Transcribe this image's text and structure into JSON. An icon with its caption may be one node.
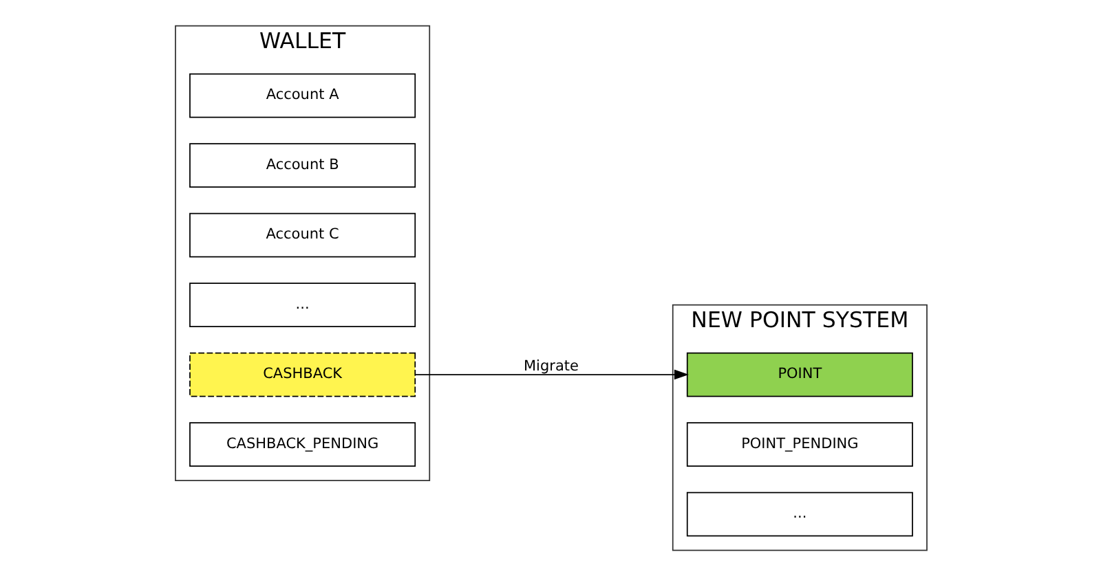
{
  "diagram": {
    "nodes": [
      {
        "text": [
          "WALLET"
        ]
      },
      {
        "text": [
          "Account A"
        ],
        "in": 0
      },
      {
        "text": [
          "Account B"
        ],
        "in": 0
      },
      {
        "text": [
          "Account C"
        ],
        "in": 0
      },
      {
        "text": [
          "..."
        ],
        "in": 0
      },
      {
        "text": [
          "CASHBACK"
        ],
        "in": 0
      },
      {
        "text": [
          "CASHBACK_PENDING"
        ],
        "in": 0
      },
      {
        "text": [
          "NEW POINT SYSTEM"
        ]
      },
      {
        "text": [
          "POINT"
        ],
        "in": 7
      },
      {
        "text": [
          "POINT_PENDING"
        ],
        "in": 7
      },
      {
        "text": [
          "..."
        ],
        "in": 7
      }
    ],
    "edges": [
      {
        "from": 5,
        "to": 8,
        "arrow": "to",
        "label": "Migrate"
      }
    ]
  }
}
